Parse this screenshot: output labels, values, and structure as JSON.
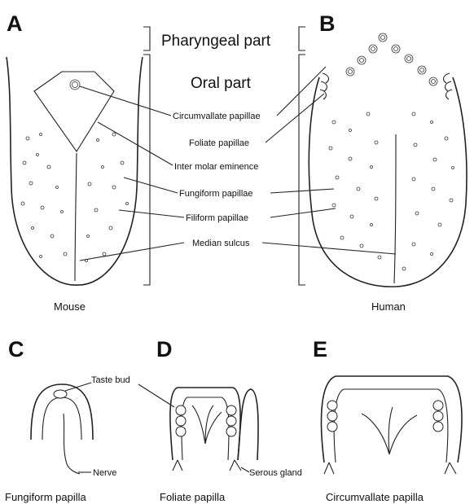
{
  "panels": [
    "A",
    "B",
    "C",
    "D",
    "E"
  ],
  "sections": {
    "pharyngeal": "Pharyngeal part",
    "oral": "Oral part"
  },
  "labels": {
    "circumvallate": "Circumvallate papillae",
    "foliate": "Foliate papillae",
    "intermolar": "Inter molar eminence",
    "fungiform": "Fungiform papillae",
    "filiform": "Filiform papillae",
    "median": "Median sulcus",
    "taste_bud": "Taste bud",
    "nerve": "Nerve",
    "serous": "Serous gland"
  },
  "captions": {
    "mouse": "Mouse",
    "human": "Human",
    "fungiform_papilla": "Fungiform papilla",
    "foliate_papilla": "Foliate papilla",
    "circumvallate_papilla": "Circumvallate papilla"
  }
}
